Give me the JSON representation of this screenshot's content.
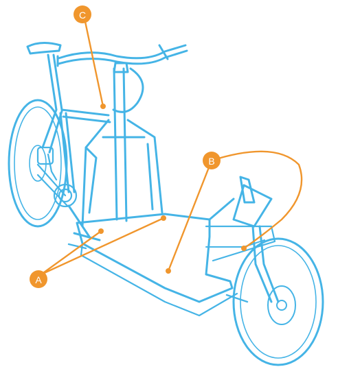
{
  "colors": {
    "bike_outline": "#45b4e6",
    "bike_outline_dark": "#2a95cf",
    "deck_fill": "#f1ede4",
    "callout": "#f0962d",
    "callout_text": "#ffffff"
  },
  "callouts": [
    {
      "letter": "A"
    },
    {
      "letter": "B"
    },
    {
      "letter": "C"
    }
  ]
}
